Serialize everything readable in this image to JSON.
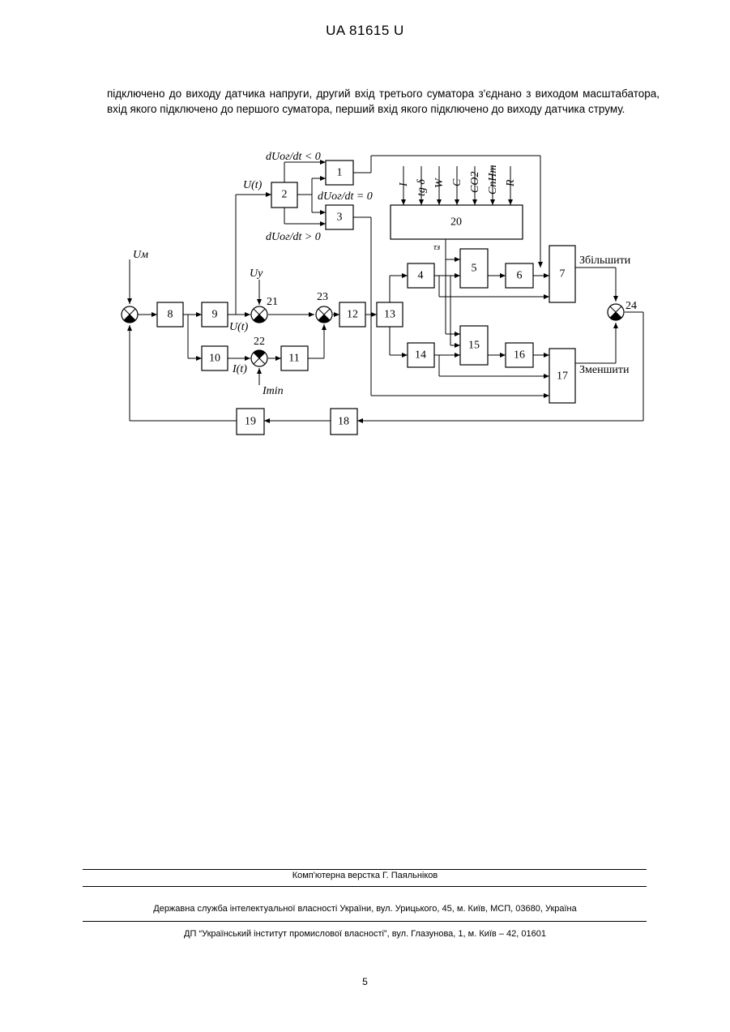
{
  "header": {
    "patent_number": "UA   81615   U"
  },
  "body": {
    "paragraph": "підключено до виходу датчика напруги, другий вхід третього суматора з'єднано з виходом масштабатора, вхід якого підключено до першого суматора, перший вхід якого підключено до виходу датчика струму."
  },
  "diagram": {
    "blocks": {
      "b1": "1",
      "b2": "2",
      "b3": "3",
      "b4": "4",
      "b5": "5",
      "b6": "6",
      "b7": "7",
      "b8": "8",
      "b9": "9",
      "b10": "10",
      "b11": "11",
      "b12": "12",
      "b13": "13",
      "b14": "14",
      "b15": "15",
      "b16": "16",
      "b17": "17",
      "b18": "18",
      "b19": "19",
      "b20": "20"
    },
    "summer_labels": {
      "s21": "21",
      "s22": "22",
      "s23": "23",
      "s24": "24"
    },
    "labels": {
      "du_neg": "dUог/dt < 0",
      "du_zero": "dUог/dt = 0",
      "du_pos": "dUог/dt > 0",
      "u_t_top": "U(t)",
      "u_t_bottom": "U(t)",
      "i_t": "I(t)",
      "u_m": "Uм",
      "u_y": "Uу",
      "i_min": "Imin",
      "tau": "τз",
      "increase": "Збільшити",
      "decrease": "Зменшити"
    },
    "inputs20": [
      "I",
      "tg δ",
      "W",
      "C",
      "CO2",
      "CnHm",
      "R"
    ]
  },
  "footer": {
    "line1": "Комп'ютерна верстка Г. Паяльніков",
    "line2": "Державна служба інтелектуальної власності України, вул. Урицького, 45, м. Київ, МСП, 03680, Україна",
    "line3": "ДП “Український інститут промислової власності”, вул. Глазунова, 1, м. Київ – 42, 01601"
  },
  "page_number": "5"
}
